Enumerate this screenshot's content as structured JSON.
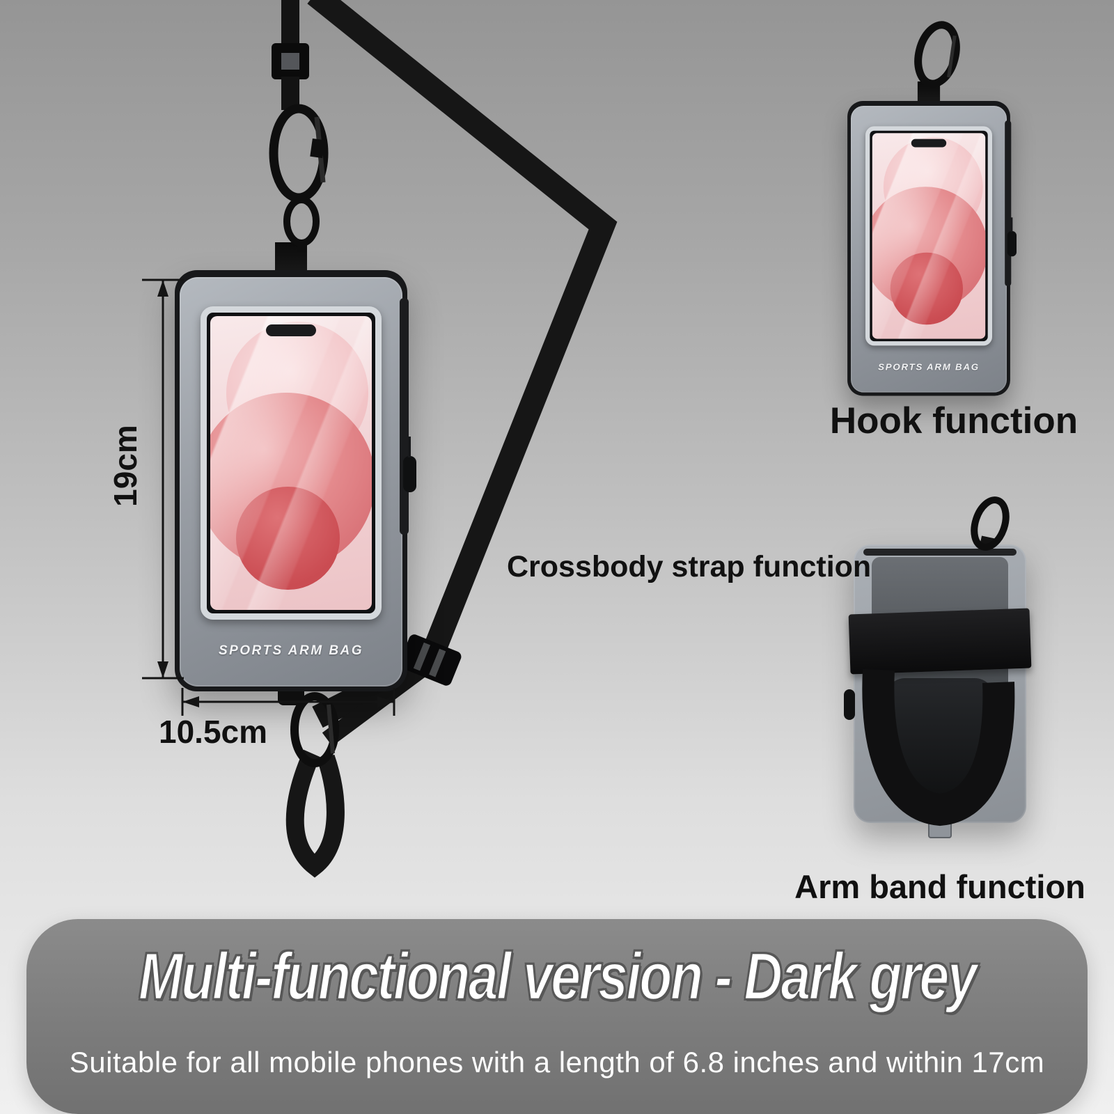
{
  "labels": {
    "height": "19cm",
    "width": "10.5cm",
    "crossbody": "Crossbody strap function",
    "hook": "Hook function",
    "armband": "Arm band function"
  },
  "pouch": {
    "brand": "SPORTS ARM BAG"
  },
  "banner": {
    "title": "Multi-functional version - Dark grey",
    "subtitle": "Suitable for all mobile phones with a length of 6.8 inches and within 17cm"
  },
  "colors": {
    "banner_grey": "#7c7c7c",
    "pouch_grey": "#8e939a",
    "strap_black": "#141414",
    "screen_pink": "#efc0c3",
    "text_black": "#111111",
    "text_white": "#ffffff"
  }
}
